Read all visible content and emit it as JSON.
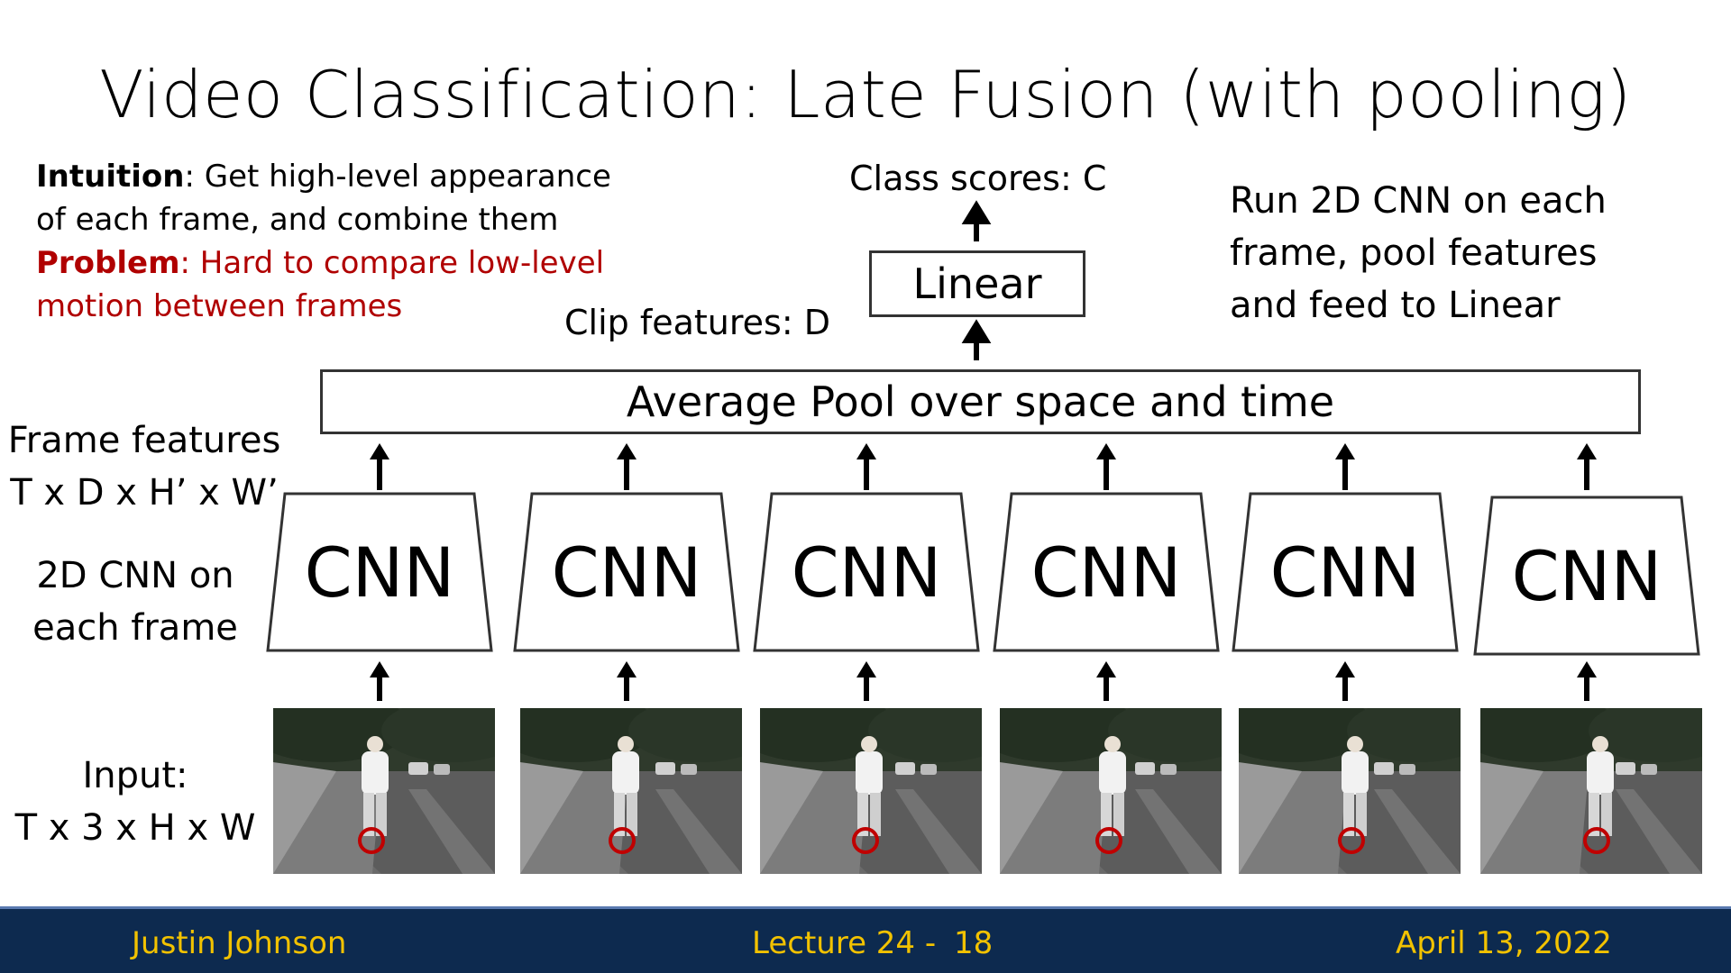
{
  "title": "Video Classification: Late Fusion (with pooling)",
  "intuition": {
    "label": "Intuition",
    "text_line1": ": Get high-level appearance",
    "text_line2": "of each frame, and combine them"
  },
  "problem": {
    "label": "Problem",
    "text_line1": ": Hard to compare low-level",
    "text_line2": "motion between frames"
  },
  "right_note": {
    "line1": "Run 2D CNN on each",
    "line2": "frame, pool features",
    "line3": "and feed to Linear"
  },
  "class_scores": "Class scores: C",
  "linear": "Linear",
  "clip_features": "Clip features: D",
  "pool": "Average Pool over space and time",
  "frame_features": {
    "line1": "Frame features",
    "line2": "T x D x H’ x W’"
  },
  "cnn_label": {
    "line1": "2D CNN on",
    "line2": "each frame"
  },
  "input_label": {
    "line1": "Input:",
    "line2": "T x 3 x H x W"
  },
  "cnn_boxes": [
    "CNN",
    "CNN",
    "CNN",
    "CNN",
    "CNN",
    "CNN"
  ],
  "colors": {
    "problem_red": "#b00000",
    "footer_bg": "#0d2a4f",
    "footer_text": "#f2c200",
    "target_circle": "#c00000"
  },
  "footer": {
    "author": "Justin Johnson",
    "lecture": "Lecture 24 -",
    "page": "18",
    "date": "April 13, 2022"
  }
}
